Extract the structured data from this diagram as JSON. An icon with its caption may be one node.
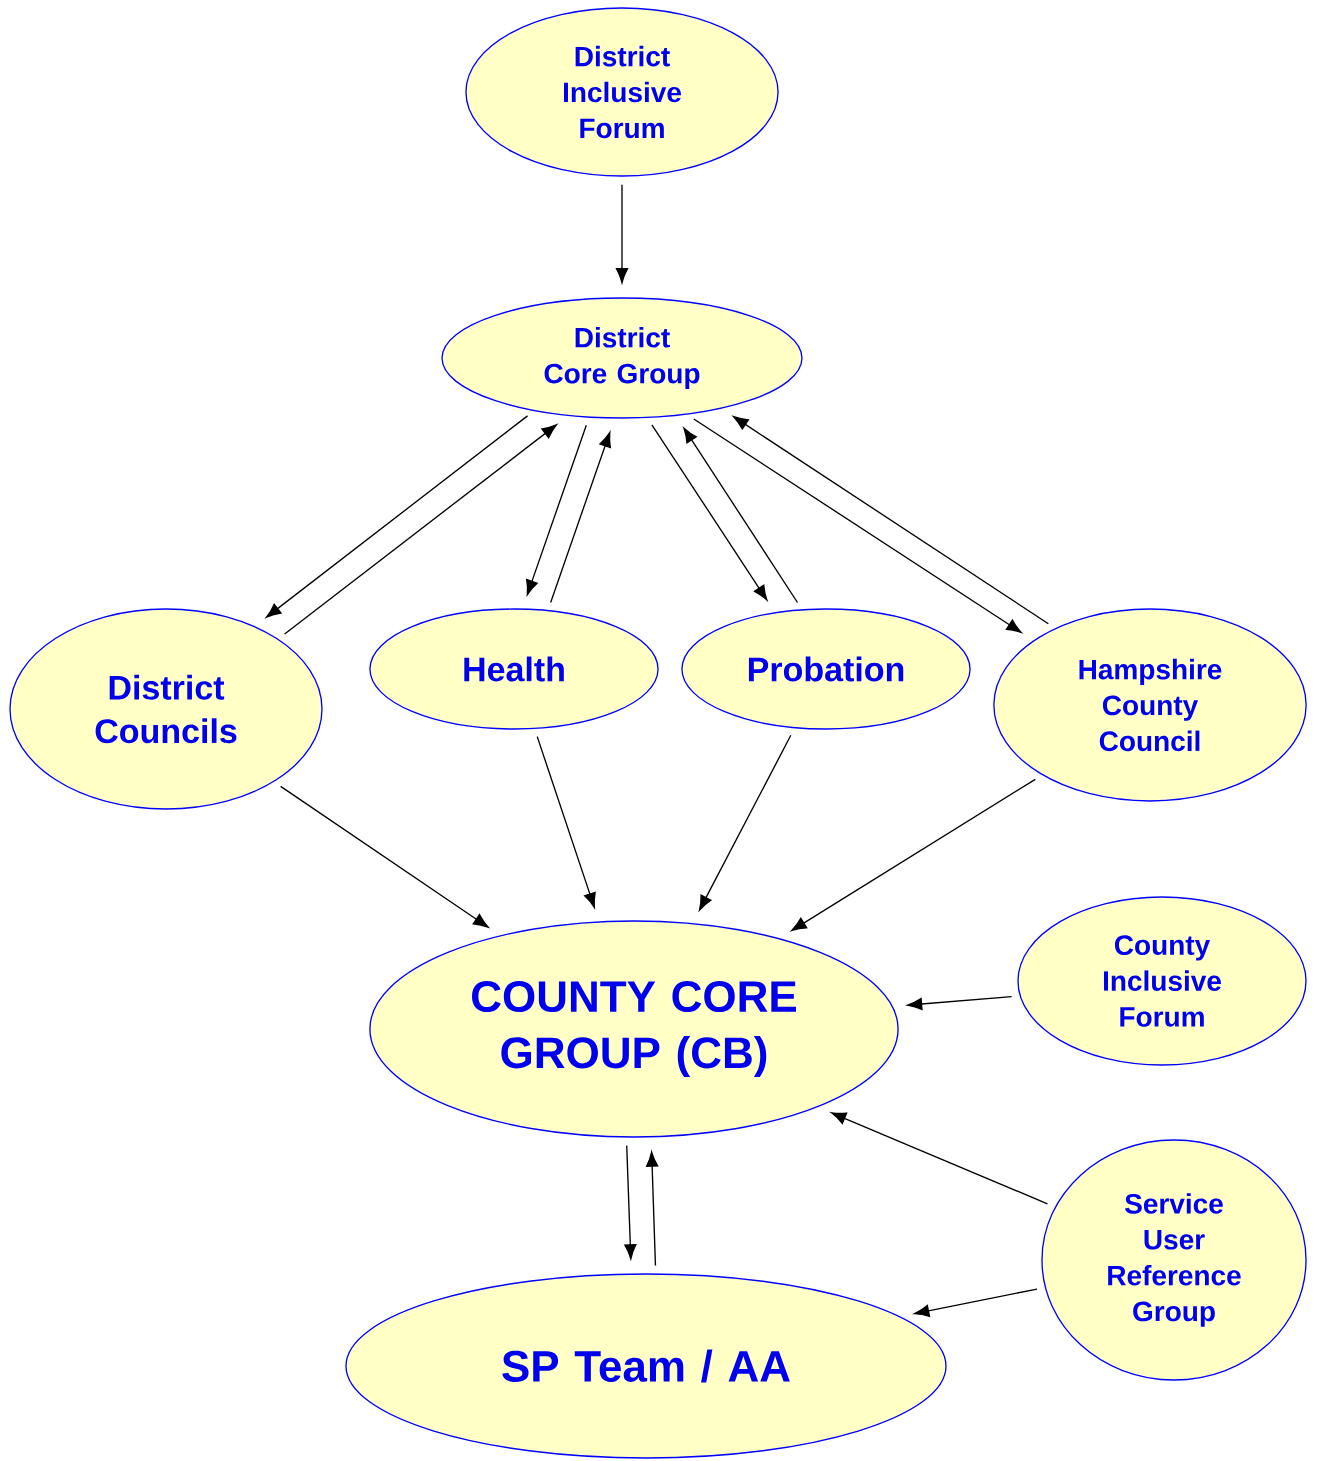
{
  "diagram": {
    "nodes": [
      {
        "text": [
          "District Inclusive Forum"
        ]
      },
      {
        "text": [
          "District Core Group"
        ]
      },
      {
        "text": [
          "District Councils"
        ]
      },
      {
        "text": [
          "Health"
        ]
      },
      {
        "text": [
          "Probation"
        ]
      },
      {
        "text": [
          "Hampshire County Council"
        ]
      },
      {
        "text": [
          "COUNTY CORE GROUP (CB)"
        ]
      },
      {
        "text": [
          "County Inclusive Forum"
        ]
      },
      {
        "text": [
          "SP Team / AA"
        ]
      },
      {
        "text": [
          "Service User Reference Group"
        ]
      }
    ],
    "edges": [
      {
        "from": 0,
        "to": 1,
        "arrow": "to"
      },
      {
        "from": 1,
        "to": 2,
        "arrow": "to"
      },
      {
        "from": 2,
        "to": 1,
        "arrow": "to"
      },
      {
        "from": 1,
        "to": 3,
        "arrow": "to"
      },
      {
        "from": 3,
        "to": 1,
        "arrow": "to"
      },
      {
        "from": 4,
        "to": 1,
        "arrow": "to"
      },
      {
        "from": 1,
        "to": 4,
        "arrow": "to"
      },
      {
        "from": 5,
        "to": 1,
        "arrow": "to"
      },
      {
        "from": 1,
        "to": 5,
        "arrow": "to"
      },
      {
        "from": 2,
        "to": 6,
        "arrow": "to"
      },
      {
        "from": 3,
        "to": 6,
        "arrow": "to"
      },
      {
        "from": 4,
        "to": 6,
        "arrow": "to"
      },
      {
        "from": 5,
        "to": 6,
        "arrow": "to"
      },
      {
        "from": 7,
        "to": 6,
        "arrow": "to"
      },
      {
        "from": 6,
        "to": 8,
        "arrow": "to"
      },
      {
        "from": 8,
        "to": 6,
        "arrow": "to"
      },
      {
        "from": 9,
        "to": 6,
        "arrow": "to"
      },
      {
        "from": 9,
        "to": 8,
        "arrow": "to"
      }
    ]
  }
}
